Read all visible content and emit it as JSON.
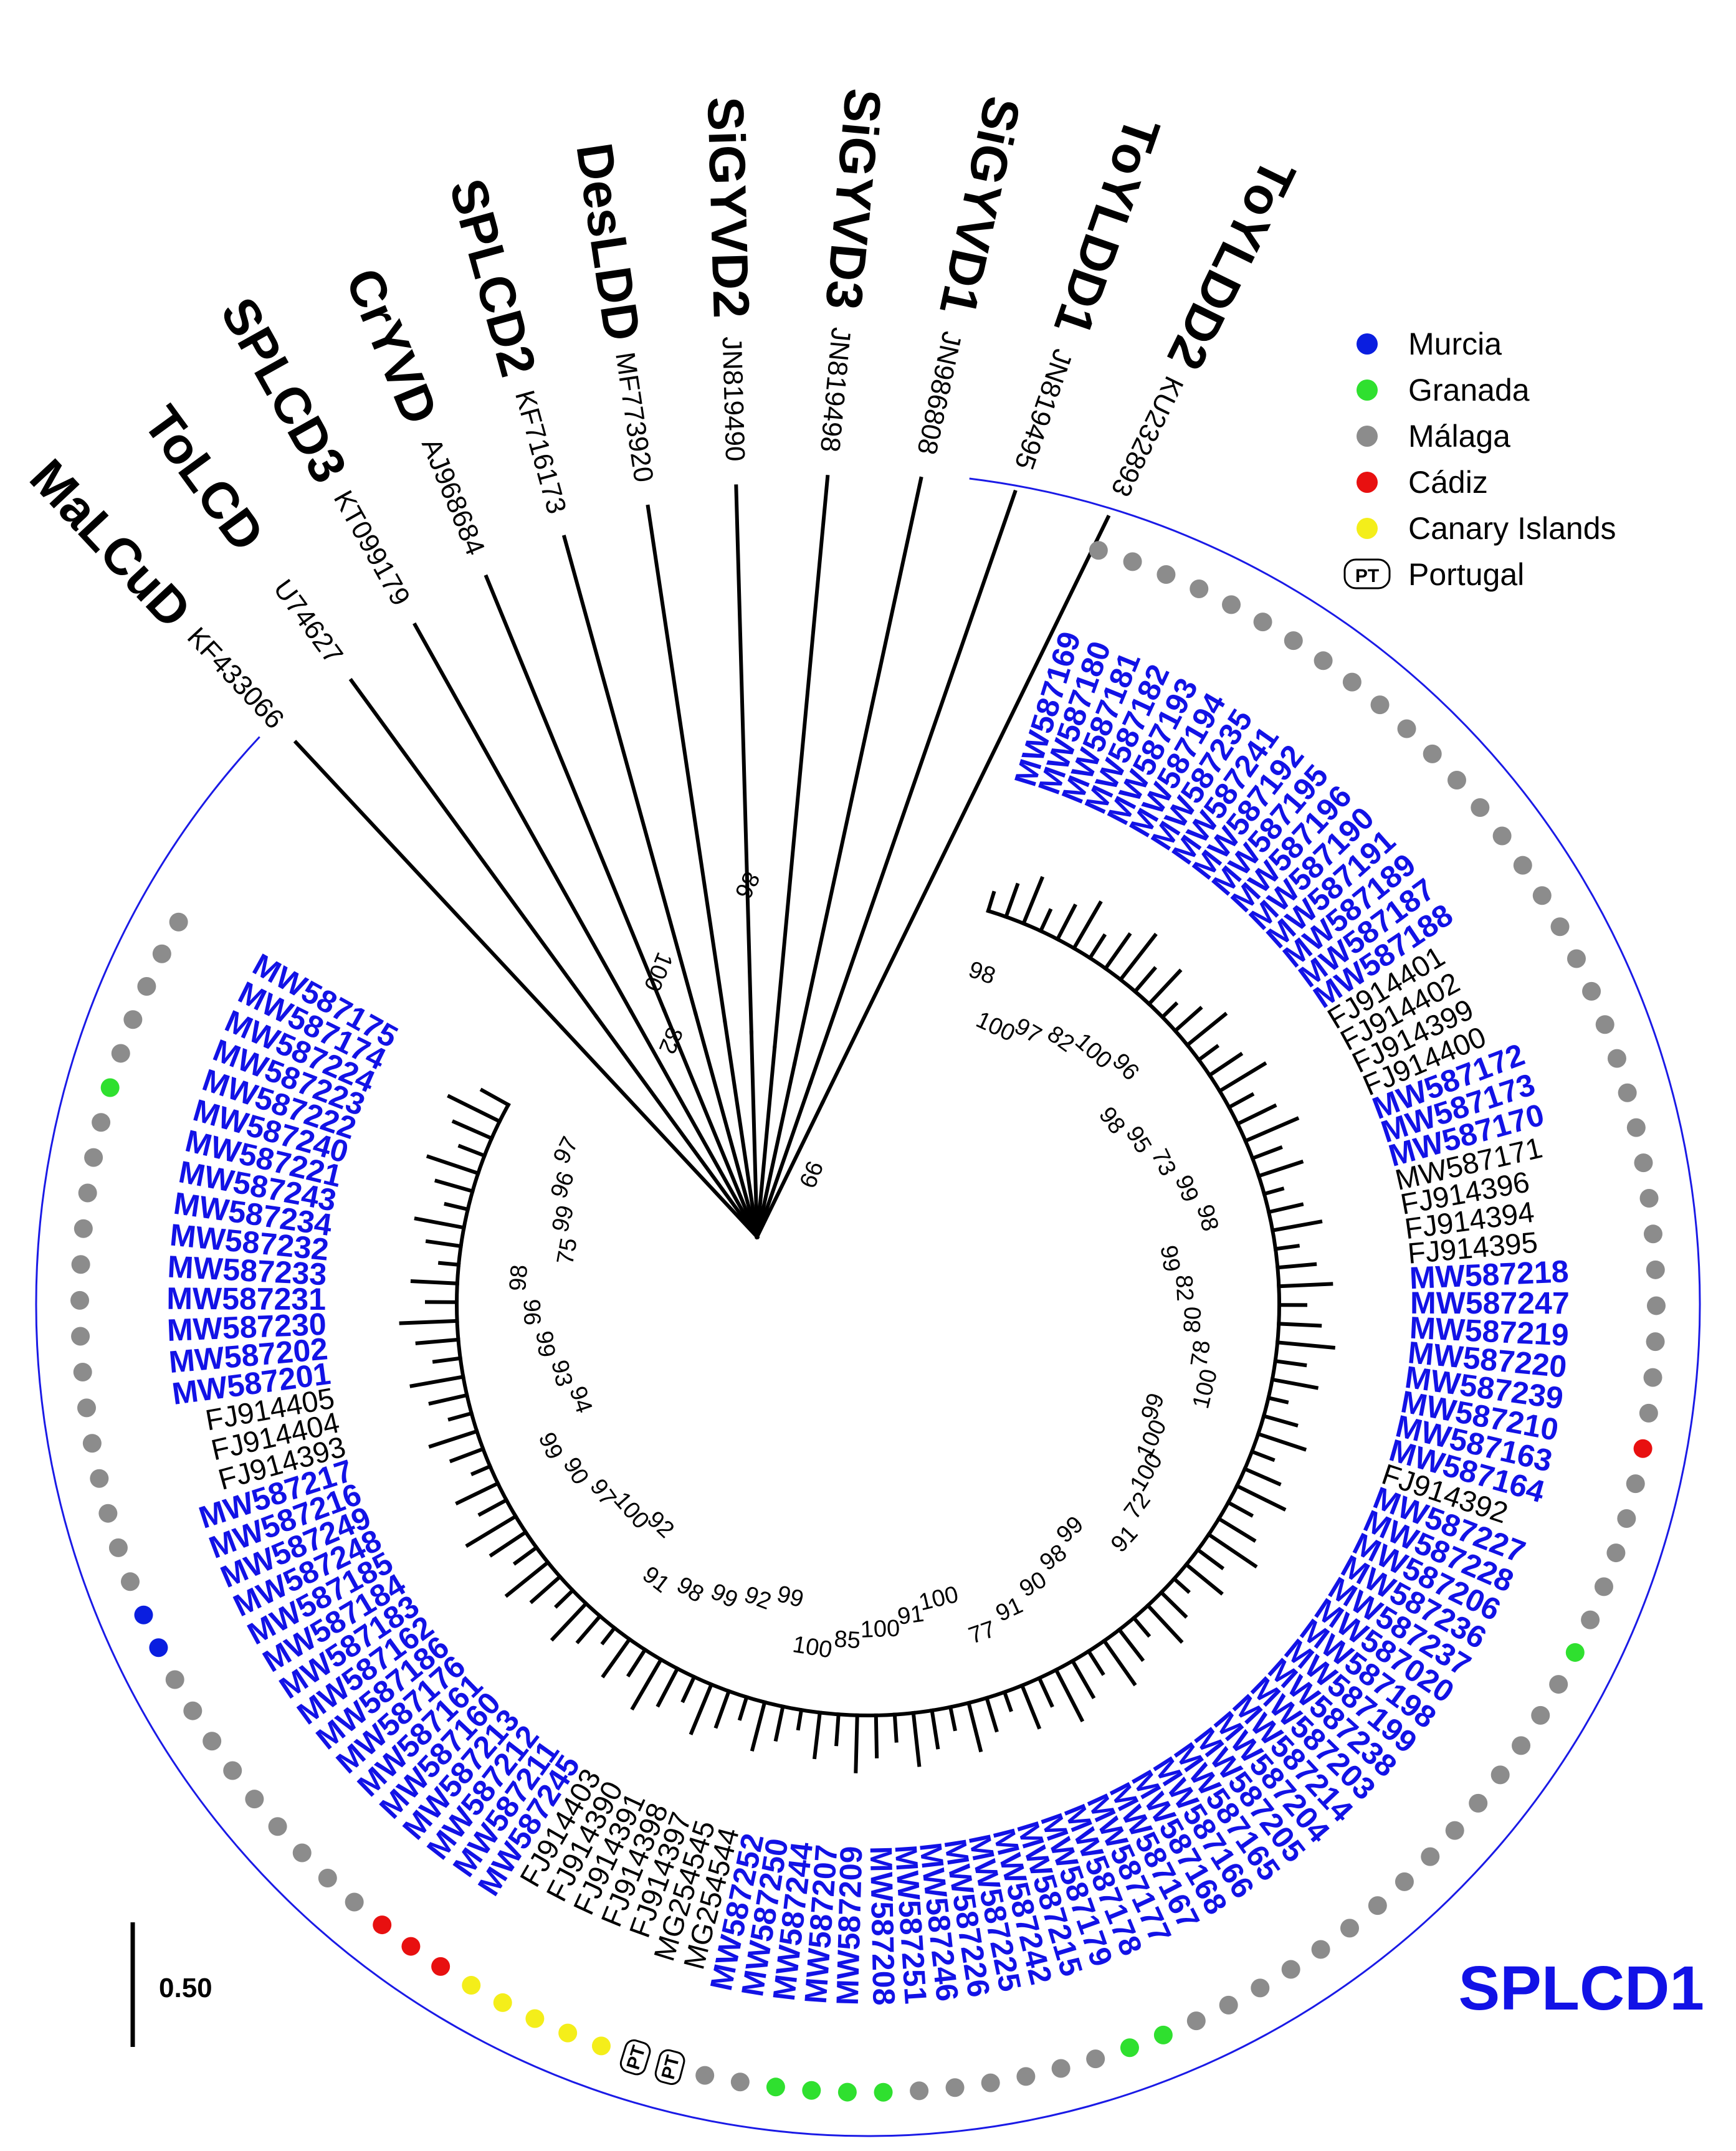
{
  "legend": {
    "items": [
      {
        "label": "Murcia",
        "color": "#0a1ee0",
        "shape": "dot"
      },
      {
        "label": "Granada",
        "color": "#2fe02f",
        "shape": "dot"
      },
      {
        "label": "Málaga",
        "color": "#8c8c8c",
        "shape": "dot"
      },
      {
        "label": "Cádiz",
        "color": "#e81010",
        "shape": "dot"
      },
      {
        "label": "Canary Islands",
        "color": "#f4ee1a",
        "shape": "dot"
      },
      {
        "label": "Portugal",
        "color": "#ffffff",
        "shape": "pt-badge",
        "badge": "PT"
      }
    ]
  },
  "clade_label": "SPLCD1",
  "scale_label": "0.50",
  "colors": {
    "accent_blue": "#1212e6",
    "arc": "#1a1ae6",
    "murcia": "#0a1ee0",
    "granada": "#2fe02f",
    "malaga": "#8c8c8c",
    "cadiz": "#e81010",
    "canary": "#f4ee1a"
  },
  "outgroups": [
    {
      "name": "ToYLDD2",
      "acc": "KU232893"
    },
    {
      "name": "ToYLDD1",
      "acc": "JN819495"
    },
    {
      "name": "SiGYVD1",
      "acc": "JN986808"
    },
    {
      "name": "SiGYVD3",
      "acc": "JN819498"
    },
    {
      "name": "SiGYVD2",
      "acc": "JN819490"
    },
    {
      "name": "DesLDD",
      "acc": "MF773920"
    },
    {
      "name": "SPLCD2",
      "acc": "KF716173"
    },
    {
      "name": "CrYVD",
      "acc": "AJ968684"
    },
    {
      "name": "SPLCD3",
      "acc": "KT099179"
    },
    {
      "name": "ToLCD",
      "acc": "U74627"
    },
    {
      "name": "MaLCuD",
      "acc": "KF433066"
    }
  ],
  "outgroup_bootstraps": [
    "86",
    "100",
    "82",
    "99"
  ],
  "leaves": [
    {
      "id": "MW587169",
      "style": "blue",
      "loc": "malaga"
    },
    {
      "id": "MW587180",
      "style": "blue",
      "loc": "malaga"
    },
    {
      "id": "MW587181",
      "style": "blue",
      "loc": "malaga"
    },
    {
      "id": "MW587182",
      "style": "blue",
      "loc": "malaga"
    },
    {
      "id": "MW587193",
      "style": "blue",
      "loc": "malaga"
    },
    {
      "id": "MW587194",
      "style": "blue",
      "loc": "malaga"
    },
    {
      "id": "MW587235",
      "style": "blue",
      "loc": "malaga"
    },
    {
      "id": "MW587241",
      "style": "blue",
      "loc": "malaga"
    },
    {
      "id": "MW587192",
      "style": "blue",
      "loc": "malaga"
    },
    {
      "id": "MW587195",
      "style": "blue",
      "loc": "malaga"
    },
    {
      "id": "MW587196",
      "style": "blue",
      "loc": "malaga"
    },
    {
      "id": "MW587190",
      "style": "blue",
      "loc": "malaga"
    },
    {
      "id": "MW587191",
      "style": "blue",
      "loc": "malaga"
    },
    {
      "id": "MW587189",
      "style": "blue",
      "loc": "malaga"
    },
    {
      "id": "MW587187",
      "style": "blue",
      "loc": "malaga"
    },
    {
      "id": "MW587188",
      "style": "blue",
      "loc": "malaga"
    },
    {
      "id": "FJ914401",
      "style": "black",
      "loc": "malaga"
    },
    {
      "id": "FJ914402",
      "style": "black",
      "loc": "malaga"
    },
    {
      "id": "FJ914399",
      "style": "black",
      "loc": "malaga"
    },
    {
      "id": "FJ914400",
      "style": "black",
      "loc": "malaga"
    },
    {
      "id": "MW587172",
      "style": "blue",
      "loc": "malaga"
    },
    {
      "id": "MW587173",
      "style": "blue",
      "loc": "malaga"
    },
    {
      "id": "MW587170",
      "style": "blue",
      "loc": "malaga"
    },
    {
      "id": "MW587171",
      "style": "black",
      "loc": "malaga"
    },
    {
      "id": "FJ914396",
      "style": "black",
      "loc": "malaga"
    },
    {
      "id": "FJ914394",
      "style": "black",
      "loc": "malaga"
    },
    {
      "id": "FJ914395",
      "style": "black",
      "loc": "malaga"
    },
    {
      "id": "MW587218",
      "style": "blue",
      "loc": "malaga"
    },
    {
      "id": "MW587247",
      "style": "blue",
      "loc": "malaga"
    },
    {
      "id": "MW587219",
      "style": "blue",
      "loc": "malaga"
    },
    {
      "id": "MW587220",
      "style": "blue",
      "loc": "malaga"
    },
    {
      "id": "MW587239",
      "style": "blue",
      "loc": "malaga"
    },
    {
      "id": "MW587210",
      "style": "blue",
      "loc": "cadiz"
    },
    {
      "id": "MW587163",
      "style": "blue",
      "loc": "malaga"
    },
    {
      "id": "MW587164",
      "style": "blue",
      "loc": "malaga"
    },
    {
      "id": "FJ914392",
      "style": "black",
      "loc": "malaga"
    },
    {
      "id": "MW587227",
      "style": "blue",
      "loc": "malaga"
    },
    {
      "id": "MW587228",
      "style": "blue",
      "loc": "malaga"
    },
    {
      "id": "MW587206",
      "style": "blue",
      "loc": "granada"
    },
    {
      "id": "MW587236",
      "style": "blue",
      "loc": "malaga"
    },
    {
      "id": "MW587237",
      "style": "blue",
      "loc": "malaga"
    },
    {
      "id": "MW587020",
      "style": "blue",
      "loc": "malaga"
    },
    {
      "id": "MW587198",
      "style": "blue",
      "loc": "malaga"
    },
    {
      "id": "MW587199",
      "style": "blue",
      "loc": "malaga"
    },
    {
      "id": "MW587238",
      "style": "blue",
      "loc": "malaga"
    },
    {
      "id": "MW587203",
      "style": "blue",
      "loc": "malaga"
    },
    {
      "id": "MW587214",
      "style": "blue",
      "loc": "malaga"
    },
    {
      "id": "MW587204",
      "style": "blue",
      "loc": "malaga"
    },
    {
      "id": "MW587205",
      "style": "blue",
      "loc": "malaga"
    },
    {
      "id": "MW587165",
      "style": "blue",
      "loc": "malaga"
    },
    {
      "id": "MW587166",
      "style": "blue",
      "loc": "malaga"
    },
    {
      "id": "MW587168",
      "style": "blue",
      "loc": "malaga"
    },
    {
      "id": "MW587167",
      "style": "blue",
      "loc": "malaga"
    },
    {
      "id": "MW587177",
      "style": "blue",
      "loc": "malaga"
    },
    {
      "id": "MW587178",
      "style": "blue",
      "loc": "granada"
    },
    {
      "id": "MW587179",
      "style": "blue",
      "loc": "granada"
    },
    {
      "id": "MW587215",
      "style": "blue",
      "loc": "malaga"
    },
    {
      "id": "MW587242",
      "style": "blue",
      "loc": "malaga"
    },
    {
      "id": "MW587225",
      "style": "blue",
      "loc": "malaga"
    },
    {
      "id": "MW587226",
      "style": "blue",
      "loc": "malaga"
    },
    {
      "id": "MW587246",
      "style": "blue",
      "loc": "malaga"
    },
    {
      "id": "MW587251",
      "style": "blue",
      "loc": "malaga"
    },
    {
      "id": "MW587208",
      "style": "blue",
      "loc": "granada"
    },
    {
      "id": "MW587209",
      "style": "blue",
      "loc": "granada"
    },
    {
      "id": "MW587207",
      "style": "blue",
      "loc": "granada"
    },
    {
      "id": "MW587244",
      "style": "blue",
      "loc": "granada"
    },
    {
      "id": "MW587250",
      "style": "blue",
      "loc": "malaga"
    },
    {
      "id": "MW587252",
      "style": "blue",
      "loc": "malaga"
    },
    {
      "id": "MG254544",
      "style": "black",
      "loc": "portugal"
    },
    {
      "id": "MG254545",
      "style": "black",
      "loc": "portugal"
    },
    {
      "id": "FJ914397",
      "style": "black",
      "loc": "canary"
    },
    {
      "id": "FJ914398",
      "style": "black",
      "loc": "canary"
    },
    {
      "id": "FJ914391",
      "style": "black",
      "loc": "canary"
    },
    {
      "id": "FJ914390",
      "style": "black",
      "loc": "canary"
    },
    {
      "id": "FJ914403",
      "style": "black",
      "loc": "canary"
    },
    {
      "id": "MW587245",
      "style": "blue",
      "loc": "cadiz"
    },
    {
      "id": "MW587211",
      "style": "blue",
      "loc": "cadiz"
    },
    {
      "id": "MW587212",
      "style": "blue",
      "loc": "cadiz"
    },
    {
      "id": "MW587213",
      "style": "blue",
      "loc": "malaga"
    },
    {
      "id": "MW587160",
      "style": "blue",
      "loc": "malaga"
    },
    {
      "id": "MW587161",
      "style": "blue",
      "loc": "malaga"
    },
    {
      "id": "MW587176",
      "style": "blue",
      "loc": "malaga"
    },
    {
      "id": "MW587186",
      "style": "blue",
      "loc": "malaga"
    },
    {
      "id": "MW587162",
      "style": "blue",
      "loc": "malaga"
    },
    {
      "id": "MW587183",
      "style": "blue",
      "loc": "malaga"
    },
    {
      "id": "MW587184",
      "style": "blue",
      "loc": "malaga"
    },
    {
      "id": "MW587185",
      "style": "blue",
      "loc": "malaga"
    },
    {
      "id": "MW587248",
      "style": "blue",
      "loc": "murcia"
    },
    {
      "id": "MW587249",
      "style": "blue",
      "loc": "murcia"
    },
    {
      "id": "MW587216",
      "style": "blue",
      "loc": "malaga"
    },
    {
      "id": "MW587217",
      "style": "blue",
      "loc": "malaga"
    },
    {
      "id": "FJ914393",
      "style": "black",
      "loc": "malaga"
    },
    {
      "id": "FJ914404",
      "style": "black",
      "loc": "malaga"
    },
    {
      "id": "FJ914405",
      "style": "black",
      "loc": "malaga"
    },
    {
      "id": "MW587201",
      "style": "blue",
      "loc": "malaga"
    },
    {
      "id": "MW587202",
      "style": "blue",
      "loc": "malaga"
    },
    {
      "id": "MW587230",
      "style": "blue",
      "loc": "malaga"
    },
    {
      "id": "MW587231",
      "style": "blue",
      "loc": "malaga"
    },
    {
      "id": "MW587233",
      "style": "blue",
      "loc": "malaga"
    },
    {
      "id": "MW587232",
      "style": "blue",
      "loc": "malaga"
    },
    {
      "id": "MW587234",
      "style": "blue",
      "loc": "malaga"
    },
    {
      "id": "MW587243",
      "style": "blue",
      "loc": "malaga"
    },
    {
      "id": "MW587221",
      "style": "blue",
      "loc": "malaga"
    },
    {
      "id": "MW587240",
      "style": "blue",
      "loc": "granada"
    },
    {
      "id": "MW587222",
      "style": "blue",
      "loc": "malaga"
    },
    {
      "id": "MW587223",
      "style": "blue",
      "loc": "malaga"
    },
    {
      "id": "MW587224",
      "style": "blue",
      "loc": "malaga"
    },
    {
      "id": "MW587174",
      "style": "blue",
      "loc": "malaga"
    },
    {
      "id": "MW587175",
      "style": "blue",
      "loc": "malaga"
    }
  ],
  "clade_bootstraps": [
    "98",
    "100",
    "97",
    "82",
    "100",
    "96",
    "98",
    "95",
    "73",
    "99",
    "98",
    "99",
    "82",
    "80",
    "78",
    "100",
    "99",
    "100",
    "100",
    "72",
    "91",
    "99",
    "98",
    "90",
    "91",
    "77",
    "100",
    "91",
    "100",
    "85",
    "100",
    "99",
    "92",
    "99",
    "98",
    "91",
    "92",
    "100",
    "97",
    "90",
    "99",
    "94",
    "93",
    "99",
    "96",
    "98",
    "75",
    "99",
    "96",
    "97"
  ]
}
